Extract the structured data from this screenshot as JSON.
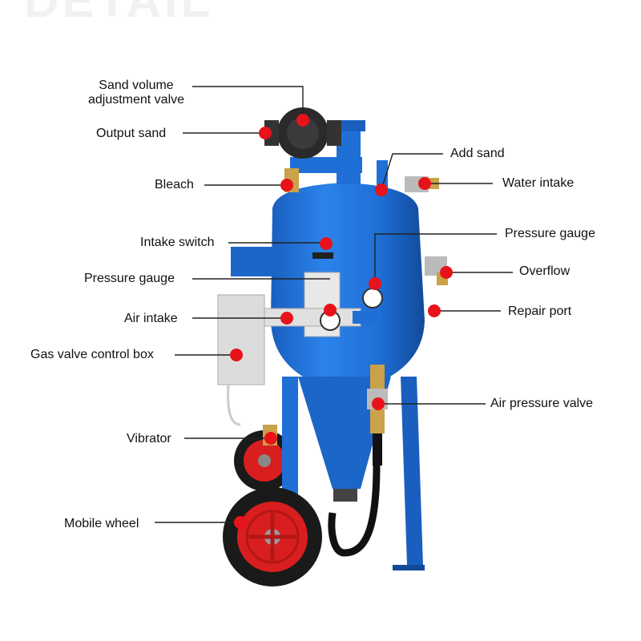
{
  "watermark": "DETAIL",
  "labels": {
    "sand_volume_valve_line1": "Sand volume",
    "sand_volume_valve_line2": "adjustment valve",
    "output_sand": "Output sand",
    "bleach": "Bleach",
    "intake_switch": "Intake switch",
    "pressure_gauge_left": "Pressure gauge",
    "air_intake": "Air intake",
    "gas_valve_control_box": "Gas valve control box",
    "vibrator": "Vibrator",
    "mobile_wheel": "Mobile wheel",
    "add_sand": "Add sand",
    "water_intake": "Water intake",
    "pressure_gauge_right": "Pressure gauge",
    "overflow": "Overflow",
    "repair_port": "Repair port",
    "air_pressure_valve": "Air pressure valve"
  },
  "colors": {
    "tank_blue": "#1f6fd6",
    "tank_dark": "#1450a8",
    "marker_red": "#e8121b",
    "wheel_red": "#d81e1e",
    "tire_black": "#1a1a1a",
    "brass": "#c9a24a"
  }
}
